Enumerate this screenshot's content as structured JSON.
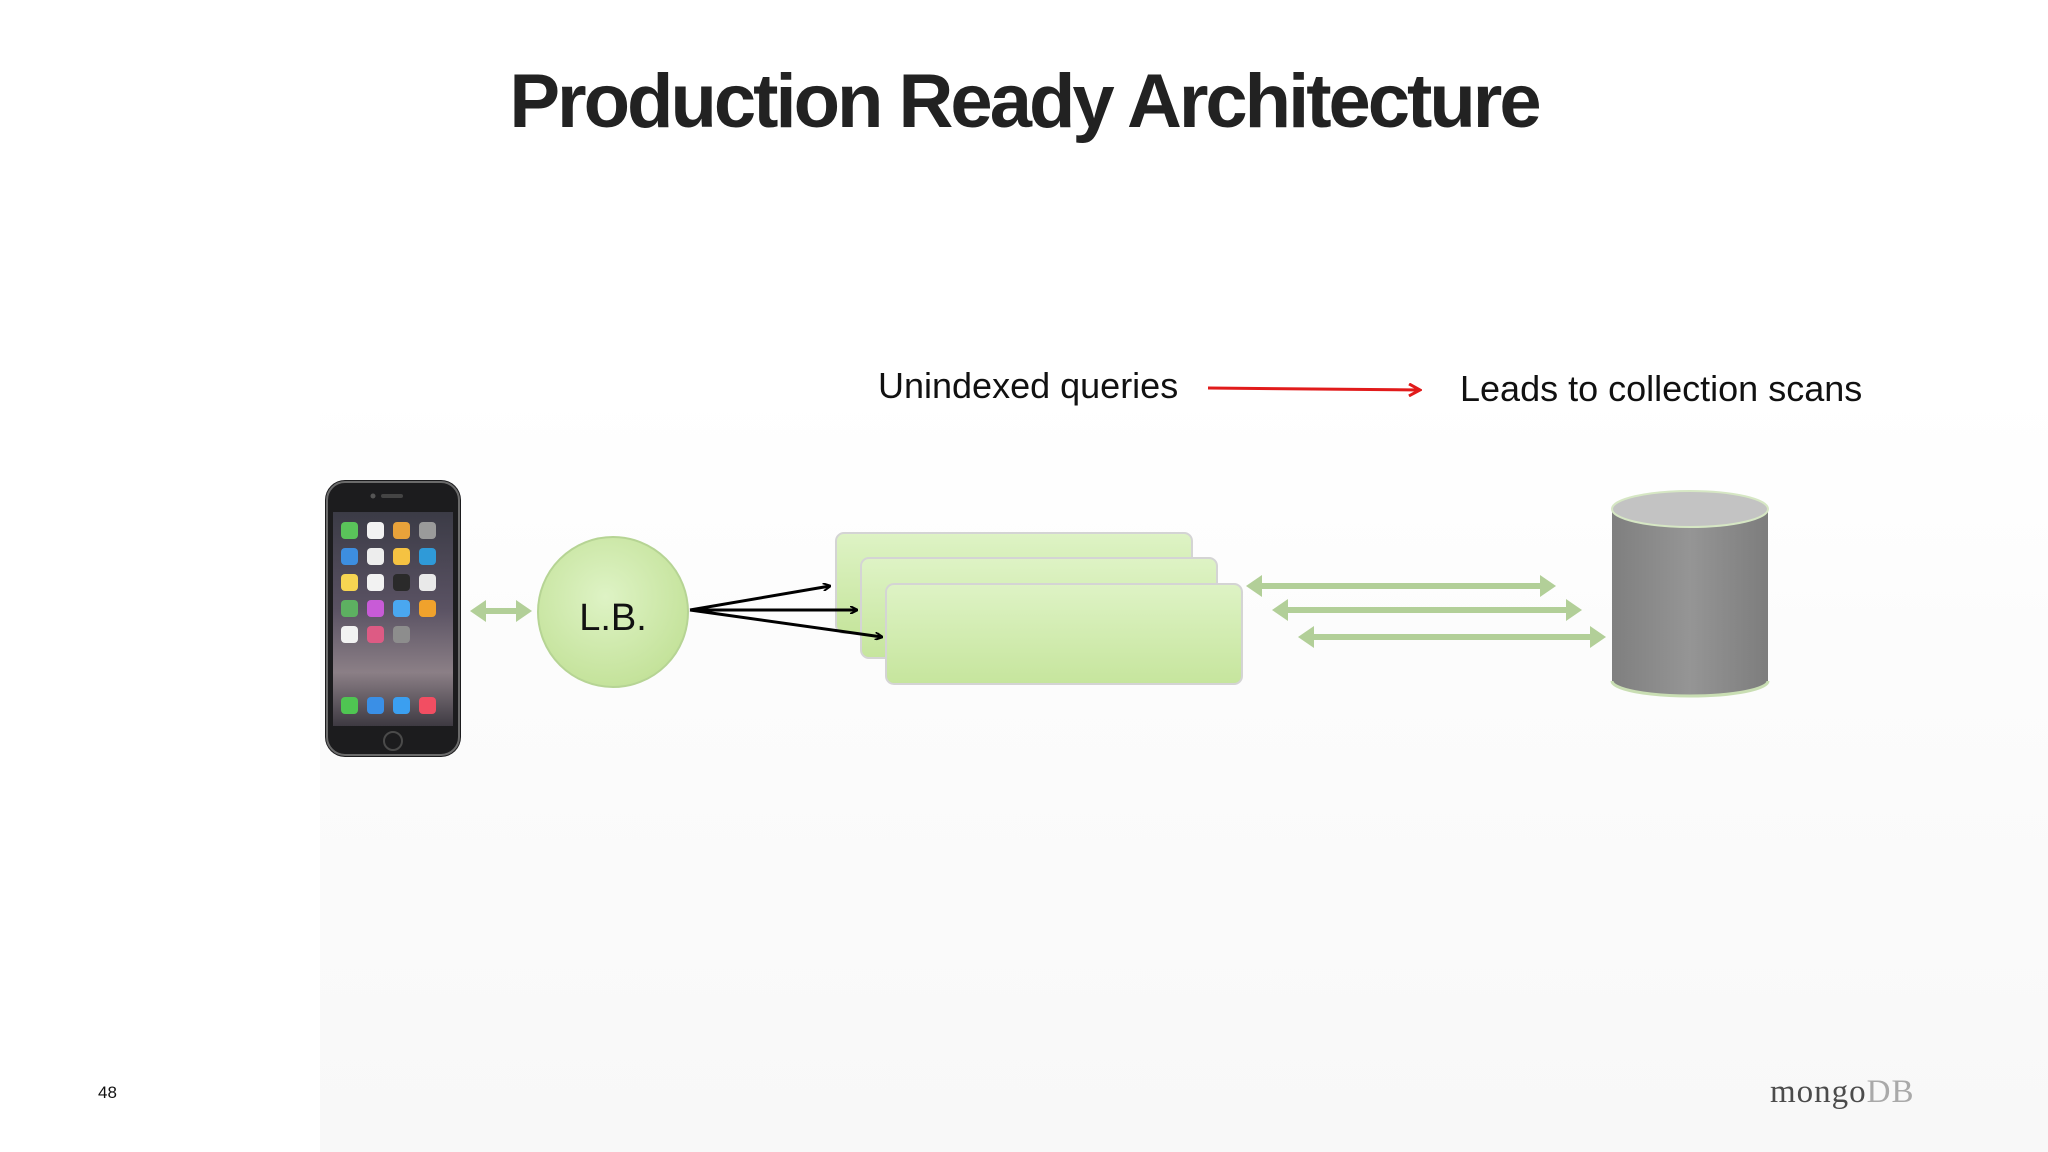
{
  "slide": {
    "title": "Production Ready Architecture",
    "page_number": "48"
  },
  "annotation": {
    "left_label": "Unindexed queries",
    "right_label": "Leads to collection scans",
    "arrow_color": "#e11b1b"
  },
  "diagram": {
    "load_balancer_label": "L.B.",
    "node_fill": "#cbe8a7",
    "link_color": "#b2cf98",
    "database_color": "#8d8d8d"
  },
  "logo": {
    "part1": "mongo",
    "part2": "DB"
  }
}
